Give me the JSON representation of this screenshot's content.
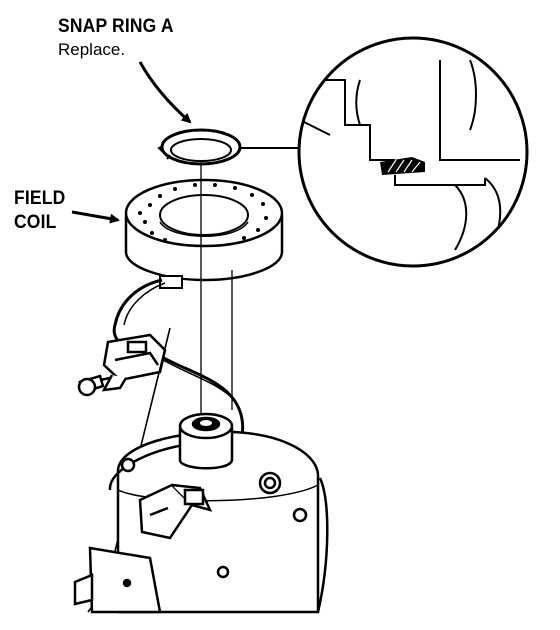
{
  "labels": {
    "snap_ring": "SNAP RING A",
    "replace": "Replace.",
    "field_line1": "FIELD",
    "field_line2": "COIL"
  },
  "colors": {
    "ink": "#000000",
    "paper": "#ffffff"
  }
}
